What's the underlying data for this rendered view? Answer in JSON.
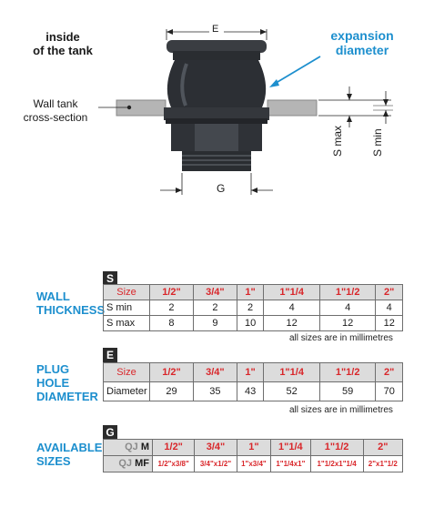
{
  "diagram": {
    "inside_label": "inside\nof the tank",
    "expansion_label": "expansion\ndiameter",
    "wall_label": "Wall tank\ncross-section",
    "dim_E": "E",
    "dim_G": "G",
    "dim_smax": "S max",
    "dim_smin": "S min",
    "colors": {
      "accent_blue": "#1d8fce",
      "plug_dark": "#2a2d31",
      "wall_grey": "#b5b5b5"
    }
  },
  "wall": {
    "badge": "S",
    "title": "Wall\nthickness",
    "header_label": "Size",
    "sizes": [
      "1/2\"",
      "3/4\"",
      "1\"",
      "1\"1/4",
      "1\"1/2",
      "2\""
    ],
    "rows": [
      {
        "label": "S min",
        "values": [
          "2",
          "2",
          "2",
          "4",
          "4",
          "4"
        ]
      },
      {
        "label": "S max",
        "values": [
          "8",
          "9",
          "10",
          "12",
          "12",
          "12"
        ]
      }
    ],
    "note": "all sizes are in millimetres"
  },
  "plug": {
    "badge": "E",
    "title": "Plug\nhole\ndiameter",
    "header_label": "Size",
    "sizes": [
      "1/2\"",
      "3/4\"",
      "1\"",
      "1\"1/4",
      "1\"1/2",
      "2\""
    ],
    "row": {
      "label": "Diameter",
      "values": [
        "29",
        "35",
        "43",
        "52",
        "59",
        "70"
      ]
    },
    "note": "all sizes are in millimetres"
  },
  "available": {
    "badge": "G",
    "title": "Available\nsizes",
    "row_m": {
      "prefix": "QJ",
      "suffix": "M",
      "values": [
        "1/2\"",
        "3/4\"",
        "1\"",
        "1\"1/4",
        "1\"1/2",
        "2\""
      ]
    },
    "row_mf": {
      "prefix": "QJ",
      "suffix": "MF",
      "values": [
        "1/2\"x3/8\"",
        "3/4\"x1/2\"",
        "1\"x3/4\"",
        "1\"1/4x1\"",
        "1\"1/2x1\"1/4",
        "2\"x1\"1/2"
      ]
    }
  },
  "colors": {
    "red": "#d9262a",
    "header_grey": "#dcdcdc",
    "blue": "#1d8fce"
  }
}
